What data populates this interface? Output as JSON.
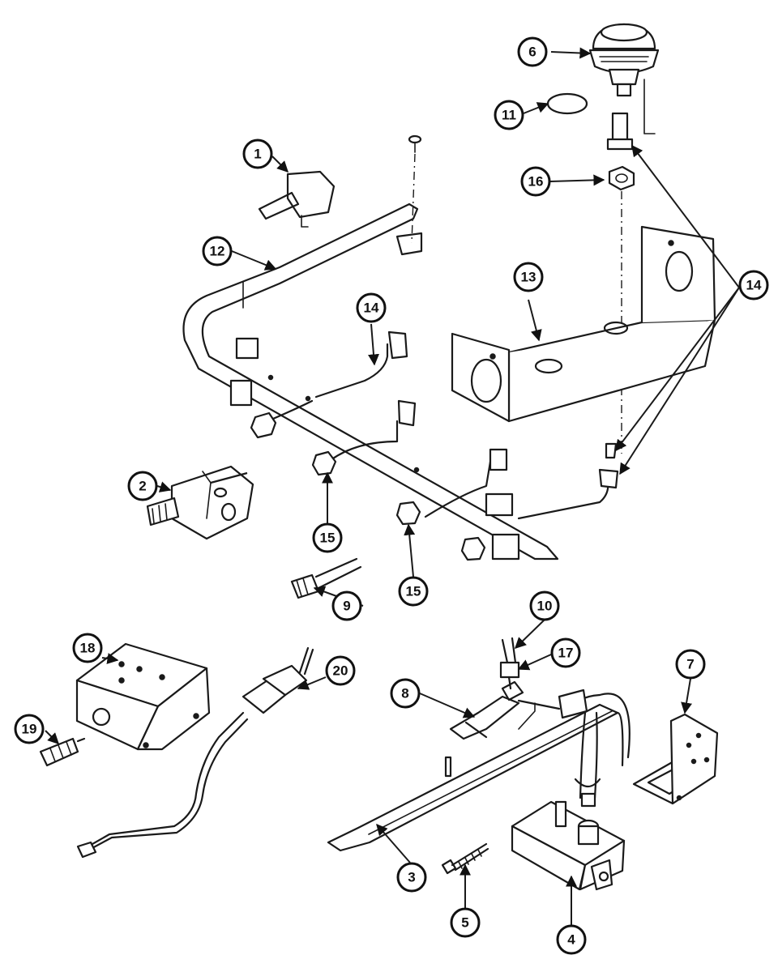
{
  "callouts": {
    "c1": "1",
    "c2": "2",
    "c3": "3",
    "c4": "4",
    "c5": "5",
    "c6": "6",
    "c7": "7",
    "c8": "8",
    "c9": "9",
    "c10": "10",
    "c11": "11",
    "c12": "12",
    "c13": "13",
    "c14a": "14",
    "c14b": "14",
    "c15a": "15",
    "c15b": "15",
    "c16": "16",
    "c17": "17",
    "c18": "18",
    "c19": "19",
    "c20": "20"
  },
  "colors": {
    "line": "#1a1a1a",
    "background": "#ffffff"
  }
}
